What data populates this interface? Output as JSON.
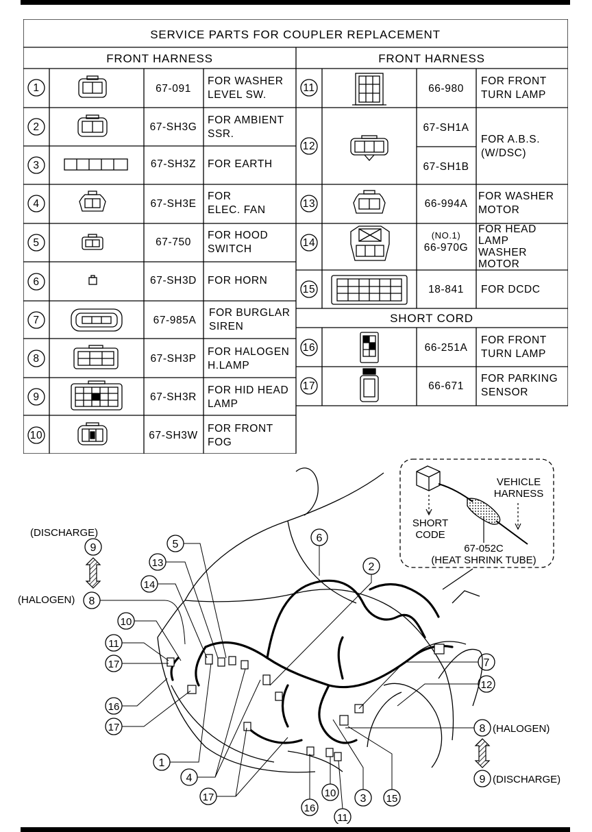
{
  "title": "SERVICE PARTS FOR COUPLER REPLACEMENT",
  "left_header": "FRONT HARNESS",
  "right_header": "FRONT HARNESS",
  "short_cord_header": "SHORT CORD",
  "rows_left": [
    {
      "num": "1",
      "part": "67-091",
      "desc1": "FOR WASHER",
      "desc2": "LEVEL SW.",
      "icon": "washer-level-coupler-icon"
    },
    {
      "num": "2",
      "part": "67-SH3G",
      "desc1": "FOR AMBIENT",
      "desc2": "SSR.",
      "icon": "ambient-sensor-coupler-icon"
    },
    {
      "num": "3",
      "part": "67-SH3Z",
      "desc1": "FOR EARTH",
      "desc2": "",
      "icon": "earth-coupler-icon"
    },
    {
      "num": "4",
      "part": "67-SH3E",
      "desc1": "FOR",
      "desc2": "ELEC. FAN",
      "icon": "elec-fan-coupler-icon"
    },
    {
      "num": "5",
      "part": "67-750",
      "desc1": "FOR HOOD",
      "desc2": "SWITCH",
      "icon": "hood-switch-coupler-icon"
    },
    {
      "num": "6",
      "part": "67-SH3D",
      "desc1": "FOR HORN",
      "desc2": "",
      "icon": "horn-coupler-icon"
    },
    {
      "num": "7",
      "part": "67-985A",
      "desc1": "FOR BURGLAR",
      "desc2": "SIREN",
      "icon": "burglar-siren-coupler-icon"
    },
    {
      "num": "8",
      "part": "67-SH3P",
      "desc1": "FOR HALOGEN",
      "desc2": "H.LAMP",
      "icon": "halogen-lamp-coupler-icon"
    },
    {
      "num": "9",
      "part": "67-SH3R",
      "desc1": "FOR HID HEAD",
      "desc2": "LAMP",
      "icon": "hid-lamp-coupler-icon"
    },
    {
      "num": "10",
      "part": "67-SH3W",
      "desc1": "FOR FRONT",
      "desc2": "FOG",
      "icon": "front-fog-coupler-icon"
    }
  ],
  "rows_right": [
    {
      "num": "11",
      "part": "66-980",
      "desc1": "FOR FRONT",
      "desc2": "TURN LAMP",
      "icon": "front-turn-lamp-coupler-icon"
    },
    {
      "num": "12",
      "part_a": "67-SH1A",
      "part_b": "67-SH1B",
      "desc1": "FOR A.B.S.",
      "desc2": "(W/DSC)",
      "icon": "abs-coupler-icon"
    },
    {
      "num": "13",
      "part": "66-994A",
      "desc1": "FOR WASHER",
      "desc2": "MOTOR",
      "icon": "washer-motor-coupler-icon"
    },
    {
      "num": "14",
      "part_note": "(NO.1)",
      "part": "66-970G",
      "desc_lines": [
        "FOR HEAD",
        "LAMP",
        "WASHER",
        "MOTOR"
      ],
      "icon": "headlamp-washer-coupler-icon"
    },
    {
      "num": "15",
      "part": "18-841",
      "desc1": "FOR DCDC",
      "desc2": "",
      "icon": "dcdc-coupler-icon"
    }
  ],
  "rows_short": [
    {
      "num": "16",
      "part": "66-251A",
      "desc1": "FOR FRONT",
      "desc2": "TURN LAMP",
      "icon": "short-cord-turn-lamp-icon"
    },
    {
      "num": "17",
      "part": "66-671",
      "desc1": "FOR PARKING",
      "desc2": "SENSOR",
      "icon": "short-cord-parking-sensor-icon"
    }
  ],
  "inset": {
    "short_code_1": "SHORT",
    "short_code_2": "CODE",
    "vehicle_harness_1": "VEHICLE",
    "vehicle_harness_2": "HARNESS",
    "tube_part": "67-052C",
    "tube_label": "(HEAT SHRINK TUBE)"
  },
  "callouts": {
    "discharge": "(DISCHARGE)",
    "halogen": "(HALOGEN)",
    "nums": {
      "c9_top": "9",
      "c8_left": "8",
      "c5": "5",
      "c13": "13",
      "c14": "14",
      "c10_left": "10",
      "c11_left": "11",
      "c17_left1": "17",
      "c16_left": "16",
      "c17_left2": "17",
      "c1": "1",
      "c4": "4",
      "c17_bottom": "17",
      "c16_bottom": "16",
      "c10_bottom": "10",
      "c11_bottom": "11",
      "c3": "3",
      "c15": "15",
      "c6": "6",
      "c2": "2",
      "c7": "7",
      "c12": "12",
      "c8_right": "8",
      "c9_right": "9"
    }
  }
}
